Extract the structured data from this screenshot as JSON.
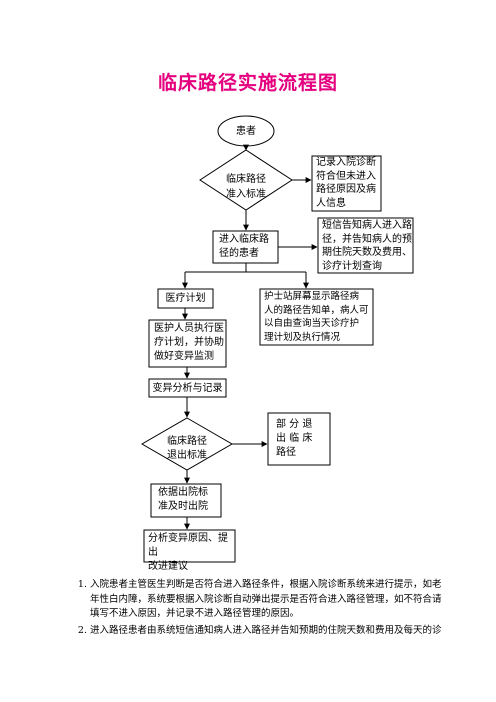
{
  "title": "临床路径实施流程图",
  "nodes": {
    "patient": "患者",
    "criteria_decision": "临床路径\n准入标准",
    "record_box": "记录入院诊断\n符合但未进入\n路径原因及病\n人信息",
    "enter_path": "进入临床路\n径的患者",
    "sms_box": "短信告知病人进入路\n径，并告知病人的预\n期住院天数及费用、\n诊疗计划查询",
    "treatment_plan": "医疗计划",
    "nurse_box": "护士站屏幕显示路径病\n人的路径告知单，病人可\n以自由查询当天诊疗护\n理计划及执行情况",
    "execute_plan": "医护人员执行医\n疗计划，并协助\n做好变异监测",
    "variance_analysis": "变异分析与记录",
    "exit_decision": "临床路径\n退出标准",
    "partial_exit": "部 分 退\n出 临 床\n路径",
    "discharge": "依据出院标\n准及时出院",
    "analyze_causes": "分析变异原因、提出\n改进建议"
  },
  "notes": [
    "入院患者主管医生判断是否符合进入路径条件，根据入院诊断系统来进行提示，如老年性白内障，系统要根据入院诊断自动弹出提示是否符合进入路径管理，如不符合请填写不进入原因，并记录不进入路径管理的原因。",
    "进入路径患者由系统短信通知病人进入路径并告知预期的住院天数和费用及每天的诊"
  ]
}
